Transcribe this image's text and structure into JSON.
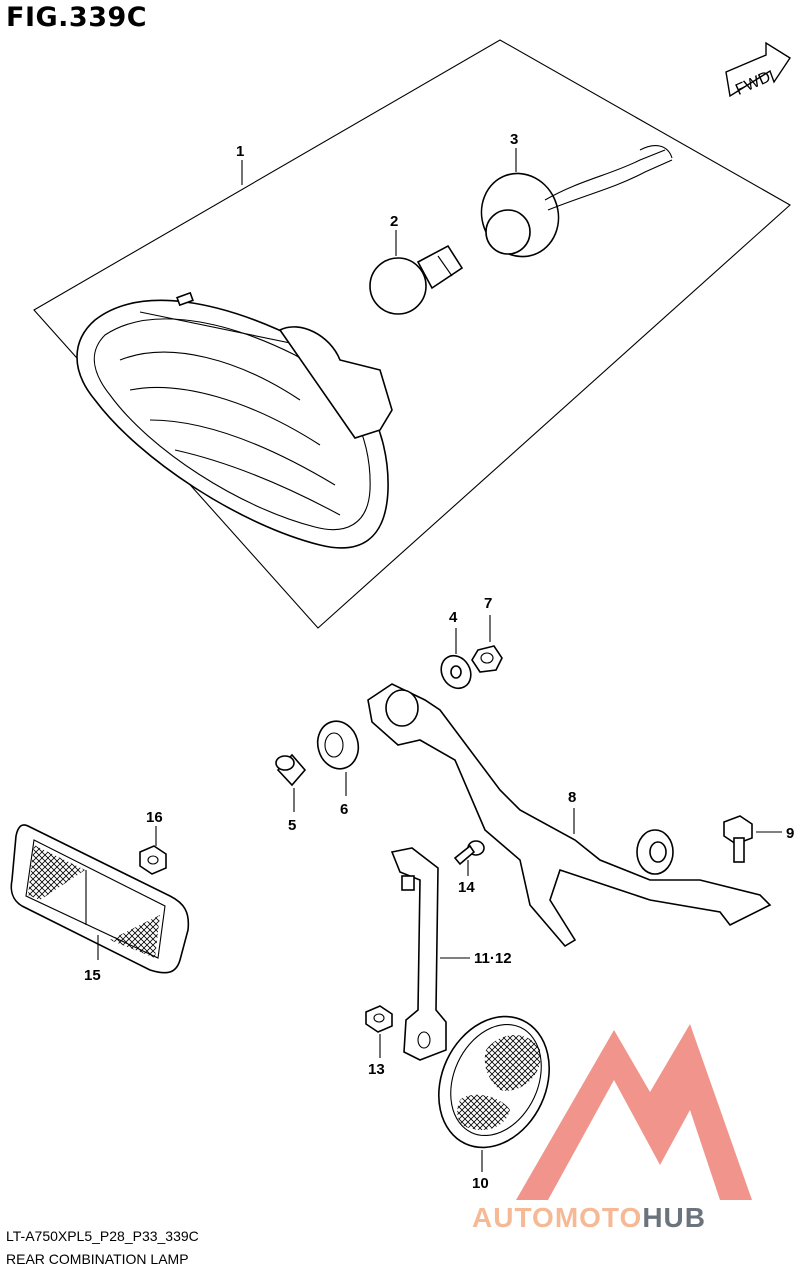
{
  "figure": {
    "title": "FIG.339C"
  },
  "direction_badge": {
    "label": "FWD",
    "icon": "forward-arrow-icon"
  },
  "footer": {
    "code": "LT-A750XPL5_P28_P33_339C",
    "name": "REAR COMBINATION LAMP"
  },
  "watermark": {
    "text_part1": "AUTOMOTO",
    "text_part2": "HUB",
    "logo": "triangle-logo-icon",
    "colors": {
      "logo": "#f08a80",
      "text_part1": "#f6b28b",
      "text_part2": "#5b6670"
    }
  },
  "callouts": {
    "p1": "1",
    "p2": "2",
    "p3": "3",
    "p4": "4",
    "p5": "5",
    "p6": "6",
    "p7": "7",
    "p8": "8",
    "p9": "9",
    "p10": "10",
    "p11_12": "11·12",
    "p13": "13",
    "p14": "14",
    "p15": "15",
    "p16": "16"
  }
}
